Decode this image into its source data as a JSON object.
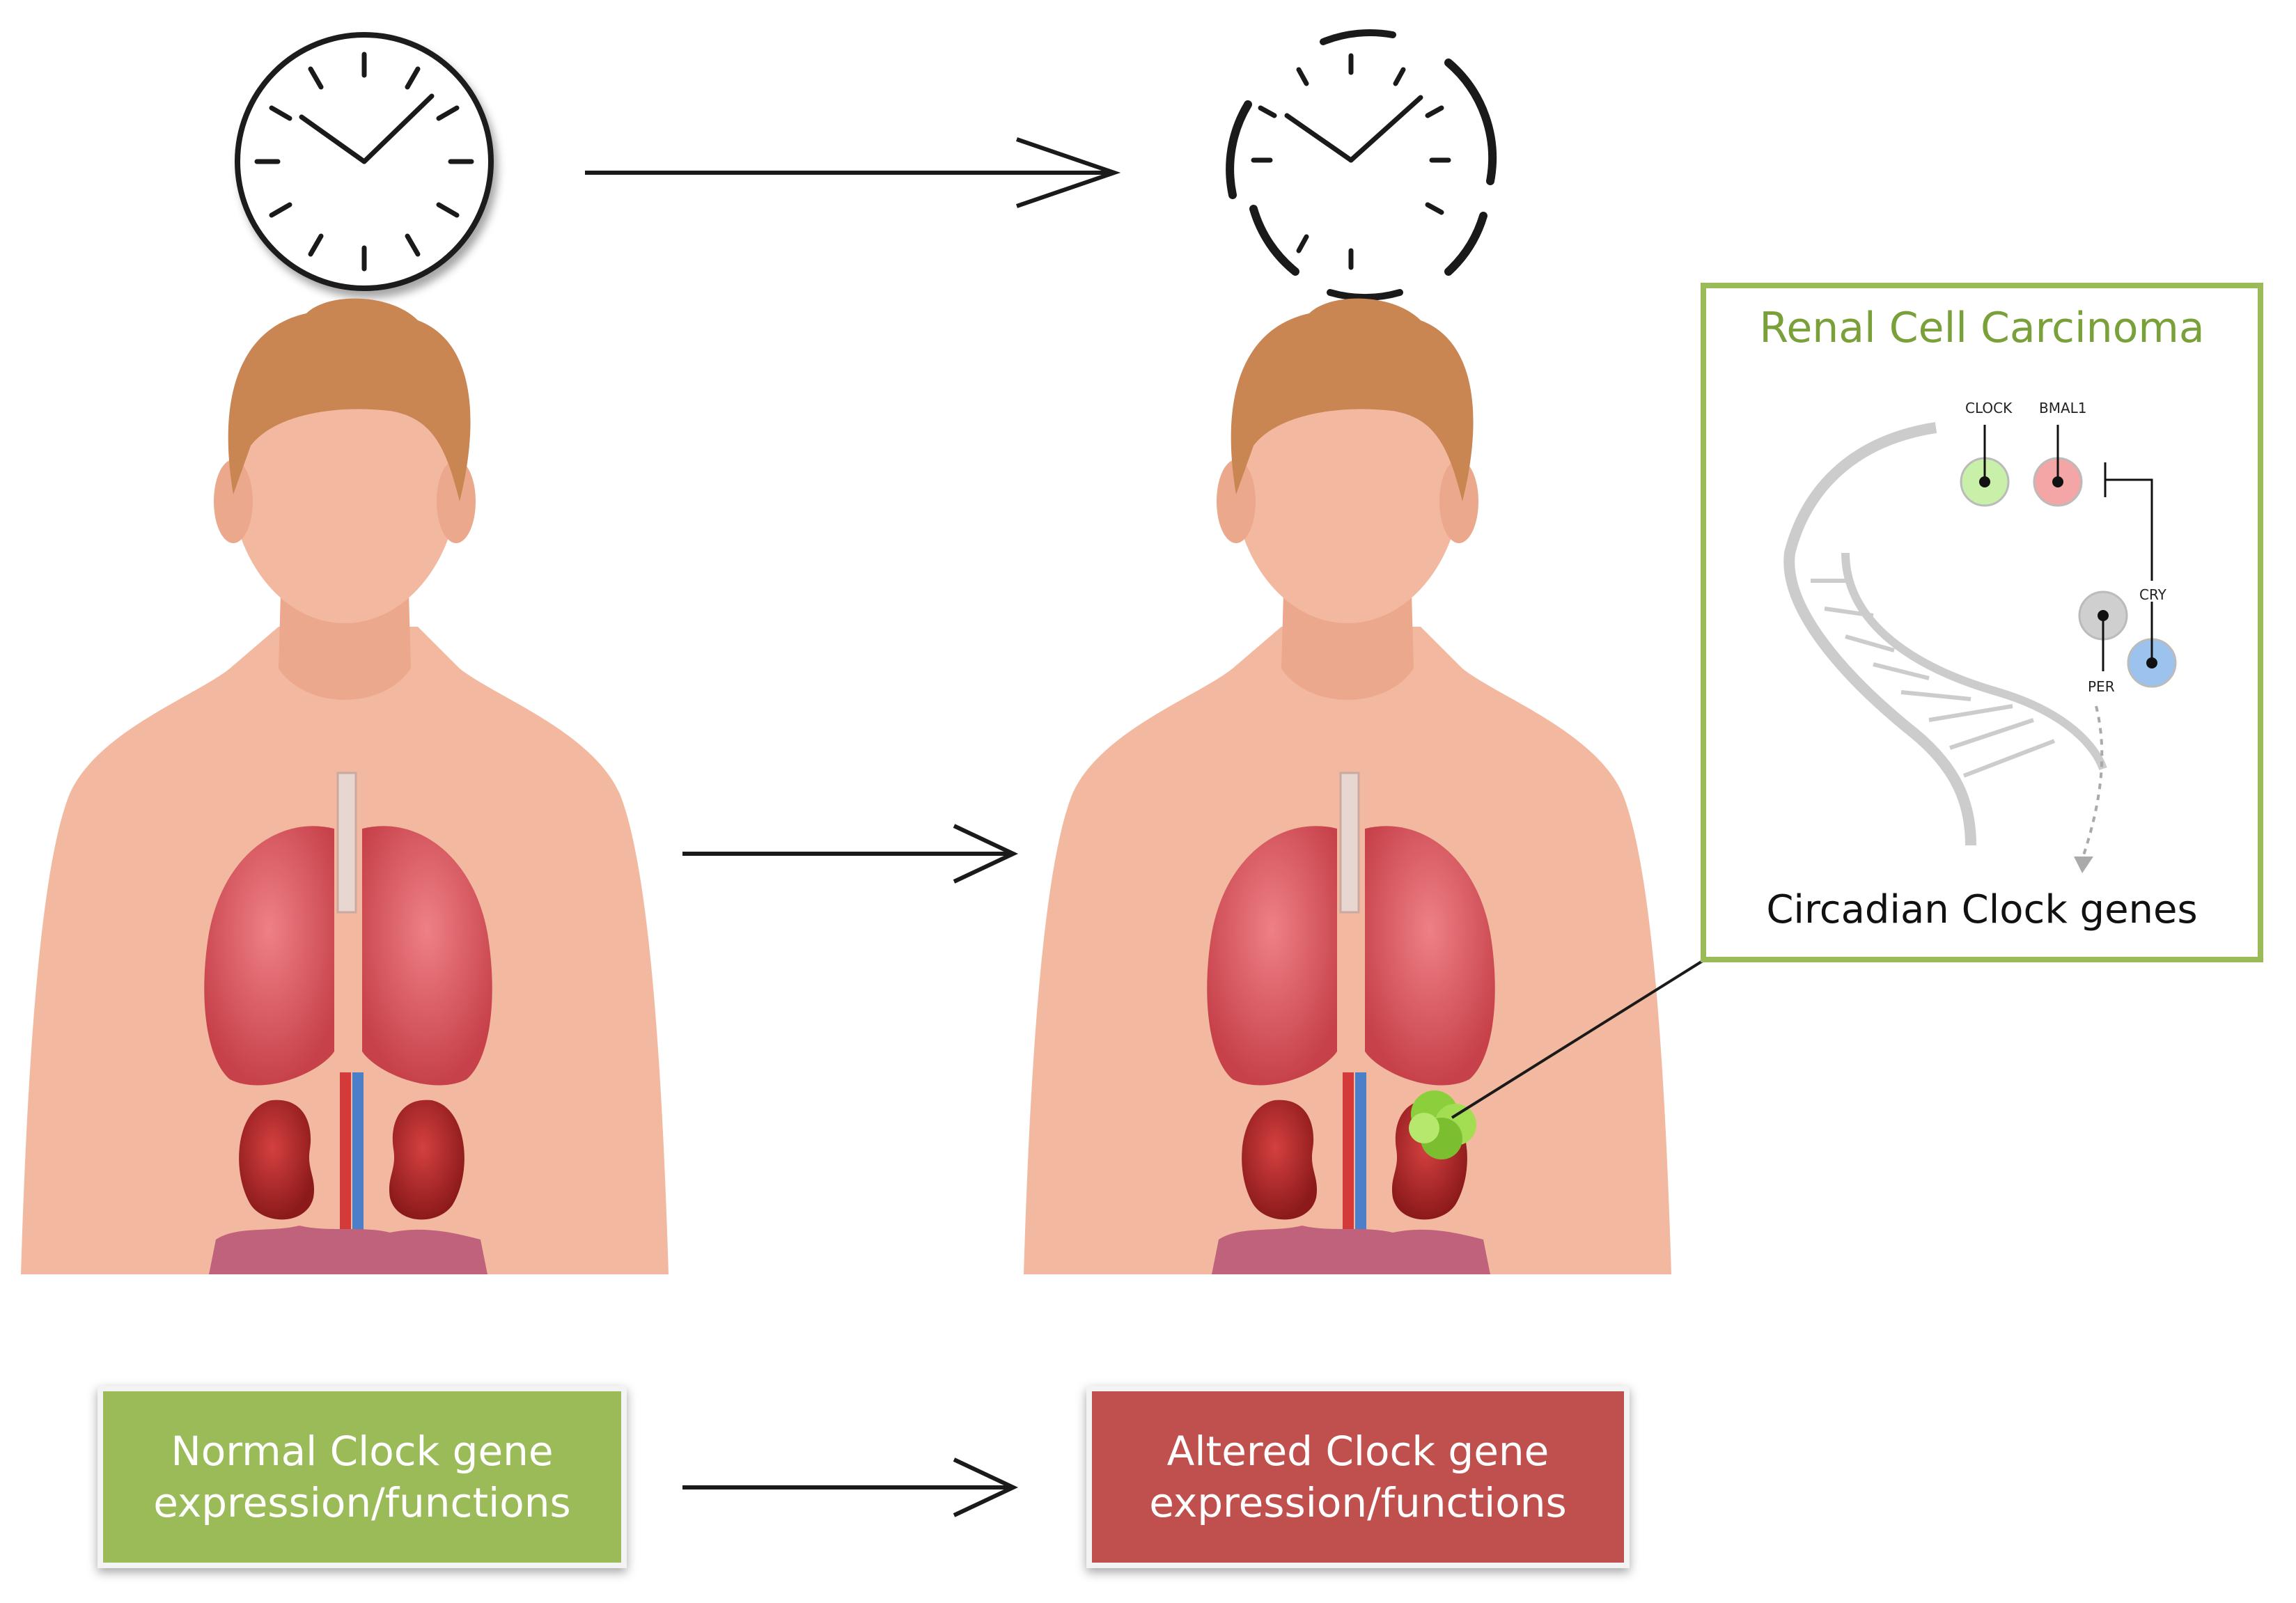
{
  "labels": {
    "normal": "Normal Clock gene expression/functions",
    "altered": "Altered Clock gene expression/functions"
  },
  "rcc": {
    "title": "Renal Cell Carcinoma",
    "footer": "Circadian Clock genes",
    "genes": {
      "clock": "CLOCK",
      "bmal1": "BMAL1",
      "cry": "CRY",
      "per": "PER"
    }
  },
  "colors": {
    "normal_box": "#9bbb59",
    "altered_box": "#c0504d",
    "rcc_border": "#9bbb59",
    "skin": "#f2b9a0",
    "hair": "#c98552",
    "lung": "#d9575c",
    "kidney": "#b52a2a",
    "tumor": "#8ccf3c",
    "gene_clock": "#c8f0a8",
    "gene_bmal1": "#f4a5a5",
    "gene_per": "#cfcfcf",
    "gene_cry": "#9cc3ee"
  },
  "icons": [
    "clock-icon",
    "broken-clock-icon",
    "arrow-right-icon",
    "dna-icon",
    "tumor-icon",
    "lungs-icon",
    "kidneys-icon"
  ]
}
